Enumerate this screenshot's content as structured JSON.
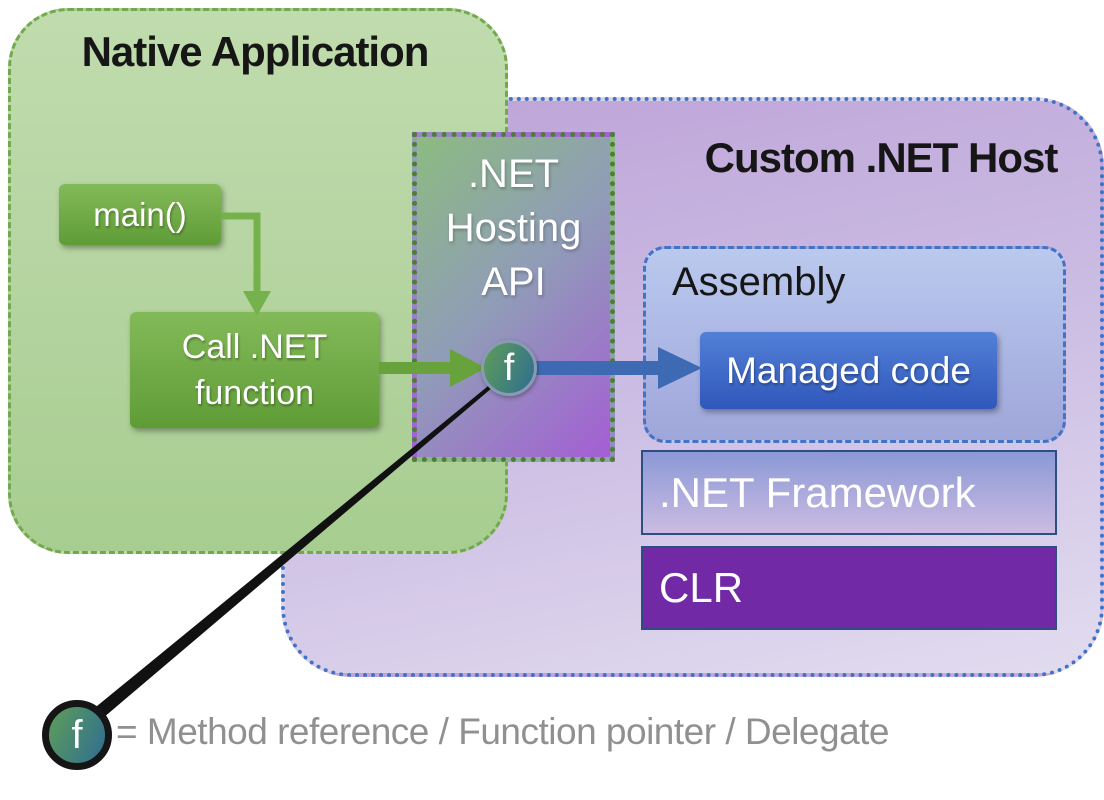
{
  "diagram": {
    "native_app": {
      "title": "Native Application"
    },
    "host": {
      "title": "Custom .NET Host"
    },
    "hosting_api": {
      "line1": ".NET",
      "line2": "Hosting",
      "line3": "API"
    },
    "main_box": {
      "label": "main()"
    },
    "call_box": {
      "line1": "Call .NET",
      "line2": "function"
    },
    "assembly": {
      "label": "Assembly"
    },
    "managed_code": {
      "label": "Managed code"
    },
    "framework": {
      "label": ".NET Framework"
    },
    "clr": {
      "label": "CLR"
    },
    "f_node": {
      "label": "f"
    },
    "legend": {
      "symbol": "f",
      "text": "= Method reference / Function pointer / Delegate"
    }
  },
  "colors": {
    "native_fill": "#b6d5a2",
    "native_border": "#73a94e",
    "host_fill_top": "#bda3d8",
    "host_fill_bottom": "#e2dcef",
    "host_border": "#4472c4",
    "api_green": "#8cbb80",
    "api_purple": "#a45ed4",
    "api_border": "#4e7d33",
    "box_green_top": "#83ba59",
    "box_green_bottom": "#5f9c36",
    "elbow_green": "#76b24c",
    "arrow_green": "#68a23d",
    "arrow_blue": "#3e6ab4",
    "assembly_top": "#bac9ee",
    "assembly_bottom": "#9fa6da",
    "assembly_border": "#4472c4",
    "managed_top": "#5280d7",
    "managed_bottom": "#3057bb",
    "framework_top": "#8b99d6",
    "framework_bottom": "#cbbbe2",
    "framework_border": "#2e4d80",
    "clr_fill": "#7229a5",
    "node_green": "#5f9e58",
    "node_blue": "#2e6d92",
    "node_ring": "#8a9ab3",
    "legend_ring": "#151515",
    "legend_text": "#909090",
    "title_color": "#161616",
    "wedge": "#111111"
  }
}
